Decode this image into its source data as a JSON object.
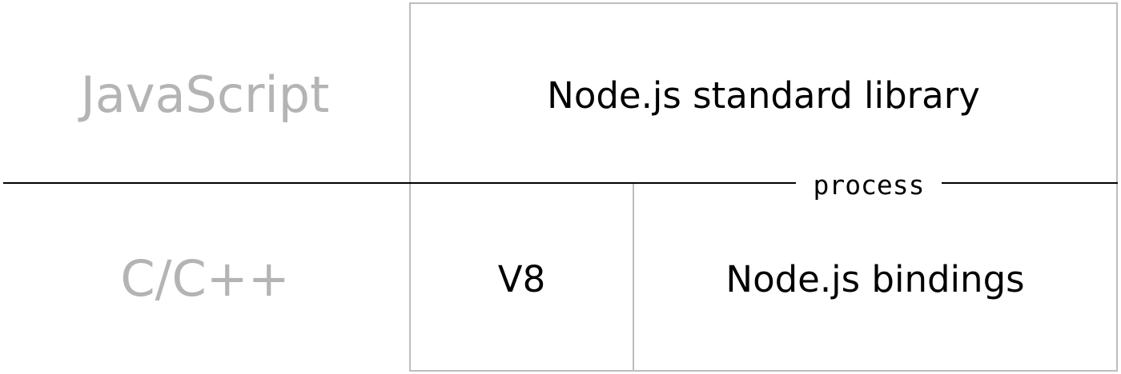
{
  "layers": {
    "top_label": "JavaScript",
    "bottom_label": "C/C++"
  },
  "boxes": {
    "stdlib": "Node.js standard library",
    "v8": "V8",
    "bindings": "Node.js bindings"
  },
  "boundary": {
    "label": "process"
  },
  "colors": {
    "layer_label": "#b4b4b4",
    "box_border": "#bdbdbd",
    "divider": "#000000",
    "text": "#000000"
  }
}
